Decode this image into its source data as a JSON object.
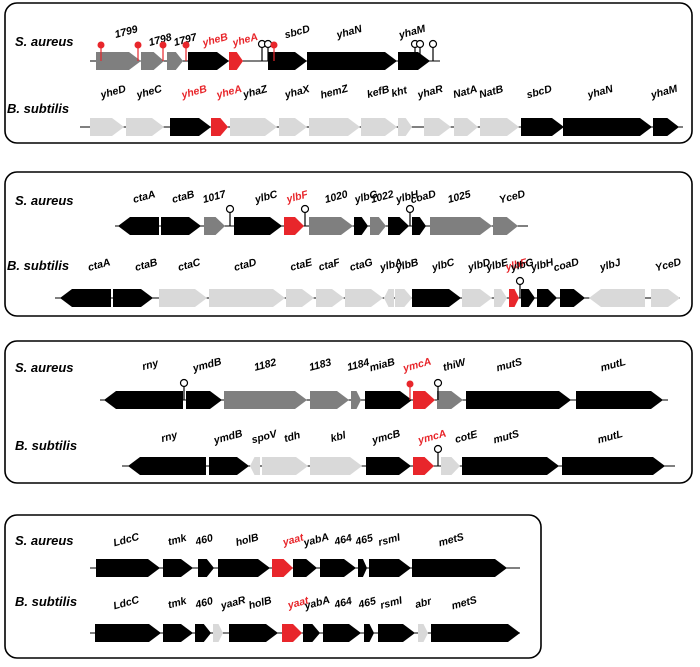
{
  "colors": {
    "black": "#000000",
    "gray": "#7f7f7f",
    "light": "#d9d9d9",
    "red": "#e8262b"
  },
  "panels": [
    {
      "tracks": [
        {
          "organism": "S. aureus",
          "genes": [
            {
              "label": "1799",
              "color": "gray",
              "dir": "r"
            },
            {
              "label": "1798",
              "color": "gray",
              "dir": "r"
            },
            {
              "label": "1797",
              "color": "gray",
              "dir": "r"
            },
            {
              "label": "yheB",
              "color": "black",
              "dir": "r",
              "red": true
            },
            {
              "label": "yheA",
              "color": "red",
              "dir": "r",
              "red": true
            },
            {
              "label": "sbcD",
              "color": "black",
              "dir": "r"
            },
            {
              "label": "yhaN",
              "color": "black",
              "dir": "r"
            },
            {
              "label": "yhaM",
              "color": "black",
              "dir": "r"
            }
          ]
        },
        {
          "organism": "B. subtilis",
          "genes": [
            {
              "label": "yheD",
              "color": "light",
              "dir": "r"
            },
            {
              "label": "yheC",
              "color": "light",
              "dir": "r"
            },
            {
              "label": "yheB",
              "color": "black",
              "dir": "r",
              "red": true
            },
            {
              "label": "yheA",
              "color": "red",
              "dir": "r",
              "red": true
            },
            {
              "label": "yhaZ",
              "color": "light",
              "dir": "r"
            },
            {
              "label": "yhaX",
              "color": "light",
              "dir": "r"
            },
            {
              "label": "hemZ",
              "color": "light",
              "dir": "r"
            },
            {
              "label": "kefB",
              "color": "light",
              "dir": "r"
            },
            {
              "label": "kht",
              "color": "light",
              "dir": "r"
            },
            {
              "label": "yhaR",
              "color": "light",
              "dir": "r"
            },
            {
              "label": "NatA",
              "color": "light",
              "dir": "r"
            },
            {
              "label": "NatB",
              "color": "light",
              "dir": "r"
            },
            {
              "label": "sbcD",
              "color": "black",
              "dir": "r"
            },
            {
              "label": "yhaN",
              "color": "black",
              "dir": "r"
            },
            {
              "label": "yhaM",
              "color": "black",
              "dir": "r"
            }
          ]
        }
      ]
    },
    {
      "tracks": [
        {
          "organism": "S. aureus",
          "genes": [
            {
              "label": "ctaA",
              "color": "black",
              "dir": "l"
            },
            {
              "label": "ctaB",
              "color": "black",
              "dir": "r"
            },
            {
              "label": "1017",
              "color": "gray",
              "dir": "r"
            },
            {
              "label": "ylbC",
              "color": "black",
              "dir": "r"
            },
            {
              "label": "ylbF",
              "color": "red",
              "dir": "r",
              "red": true
            },
            {
              "label": "1020",
              "color": "gray",
              "dir": "r"
            },
            {
              "label": "ylbG",
              "color": "black",
              "dir": "r"
            },
            {
              "label": "1022",
              "color": "gray",
              "dir": "r"
            },
            {
              "label": "ylbH",
              "color": "black",
              "dir": "r"
            },
            {
              "label": "coaD",
              "color": "black",
              "dir": "r"
            },
            {
              "label": "1025",
              "color": "gray",
              "dir": "r"
            },
            {
              "label": "YceD",
              "color": "gray",
              "dir": "r"
            }
          ]
        },
        {
          "organism": "B. subtilis",
          "genes": [
            {
              "label": "ctaA",
              "color": "black",
              "dir": "l"
            },
            {
              "label": "ctaB",
              "color": "black",
              "dir": "r"
            },
            {
              "label": "ctaC",
              "color": "light",
              "dir": "r"
            },
            {
              "label": "ctaD",
              "color": "light",
              "dir": "r"
            },
            {
              "label": "ctaE",
              "color": "light",
              "dir": "r"
            },
            {
              "label": "ctaF",
              "color": "light",
              "dir": "r"
            },
            {
              "label": "ctaG",
              "color": "light",
              "dir": "r"
            },
            {
              "label": "ylbA",
              "color": "light",
              "dir": "l"
            },
            {
              "label": "ylbB",
              "color": "light",
              "dir": "r"
            },
            {
              "label": "ylbC",
              "color": "black",
              "dir": "r"
            },
            {
              "label": "ylbD",
              "color": "light",
              "dir": "r"
            },
            {
              "label": "ylbE",
              "color": "light",
              "dir": "r"
            },
            {
              "label": "ylbF",
              "color": "red",
              "dir": "r",
              "red": true
            },
            {
              "label": "ylbG",
              "color": "black",
              "dir": "r"
            },
            {
              "label": "ylbH",
              "color": "black",
              "dir": "r"
            },
            {
              "label": "coaD",
              "color": "black",
              "dir": "r"
            },
            {
              "label": "ylbJ",
              "color": "light",
              "dir": "l"
            },
            {
              "label": "YceD",
              "color": "light",
              "dir": "r"
            }
          ]
        }
      ]
    },
    {
      "tracks": [
        {
          "organism": "S. aureus",
          "genes": [
            {
              "label": "rny",
              "color": "black",
              "dir": "l"
            },
            {
              "label": "ymdB",
              "color": "black",
              "dir": "r"
            },
            {
              "label": "1182",
              "color": "gray",
              "dir": "r"
            },
            {
              "label": "1183",
              "color": "gray",
              "dir": "r"
            },
            {
              "label": "1184",
              "color": "gray",
              "dir": "r"
            },
            {
              "label": "miaB",
              "color": "black",
              "dir": "r"
            },
            {
              "label": "ymcA",
              "color": "red",
              "dir": "r",
              "red": true
            },
            {
              "label": "thiW",
              "color": "gray",
              "dir": "r"
            },
            {
              "label": "mutS",
              "color": "black",
              "dir": "r"
            },
            {
              "label": "mutL",
              "color": "black",
              "dir": "r"
            }
          ]
        },
        {
          "organism": "B. subtilis",
          "genes": [
            {
              "label": "rny",
              "color": "black",
              "dir": "l"
            },
            {
              "label": "ymdB",
              "color": "black",
              "dir": "r"
            },
            {
              "label": "spoV",
              "color": "light",
              "dir": "l"
            },
            {
              "label": "tdh",
              "color": "light",
              "dir": "r"
            },
            {
              "label": "kbl",
              "color": "light",
              "dir": "r"
            },
            {
              "label": "ymcB",
              "color": "black",
              "dir": "r"
            },
            {
              "label": "ymcA",
              "color": "red",
              "dir": "r",
              "red": true
            },
            {
              "label": "cotE",
              "color": "light",
              "dir": "r"
            },
            {
              "label": "mutS",
              "color": "black",
              "dir": "r"
            },
            {
              "label": "mutL",
              "color": "black",
              "dir": "r"
            }
          ]
        }
      ]
    },
    {
      "tracks": [
        {
          "organism": "S. aureus",
          "genes": [
            {
              "label": "LdcC",
              "color": "black",
              "dir": "r"
            },
            {
              "label": "tmk",
              "color": "black",
              "dir": "r"
            },
            {
              "label": "460",
              "color": "black",
              "dir": "r"
            },
            {
              "label": "holB",
              "color": "black",
              "dir": "r"
            },
            {
              "label": "yaat",
              "color": "red",
              "dir": "r",
              "red": true
            },
            {
              "label": "yabA",
              "color": "black",
              "dir": "r"
            },
            {
              "label": "464",
              "color": "black",
              "dir": "r"
            },
            {
              "label": "465",
              "color": "black",
              "dir": "r"
            },
            {
              "label": "rsmI",
              "color": "black",
              "dir": "r"
            },
            {
              "label": "metS",
              "color": "black",
              "dir": "r"
            }
          ]
        },
        {
          "organism": "B. subtilis",
          "genes": [
            {
              "label": "LdcC",
              "color": "black",
              "dir": "r"
            },
            {
              "label": "tmk",
              "color": "black",
              "dir": "r"
            },
            {
              "label": "460",
              "color": "black",
              "dir": "r"
            },
            {
              "label": "yaaR",
              "color": "light",
              "dir": "r"
            },
            {
              "label": "holB",
              "color": "black",
              "dir": "r"
            },
            {
              "label": "yaat",
              "color": "red",
              "dir": "r",
              "red": true
            },
            {
              "label": "yabA",
              "color": "black",
              "dir": "r"
            },
            {
              "label": "464",
              "color": "black",
              "dir": "r"
            },
            {
              "label": "465",
              "color": "black",
              "dir": "r"
            },
            {
              "label": "rsmI",
              "color": "black",
              "dir": "r"
            },
            {
              "label": "abr",
              "color": "light",
              "dir": "r"
            },
            {
              "label": "metS",
              "color": "black",
              "dir": "r"
            }
          ]
        }
      ]
    }
  ]
}
